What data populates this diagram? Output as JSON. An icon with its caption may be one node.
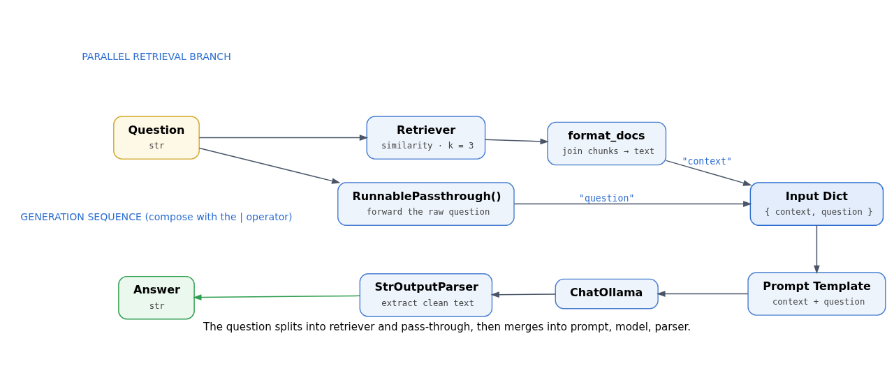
{
  "diagram": {
    "caption": "The question splits into retriever and pass-through, then merges into prompt, model, parser.",
    "nodes": [
      {
        "text": [
          "Question",
          "str"
        ]
      },
      {
        "text": [
          "Retriever",
          "similarity · k = 3"
        ]
      },
      {
        "text": [
          "format_docs",
          "join chunks → text"
        ]
      },
      {
        "text": [
          "RunnablePassthrough()",
          "forward the raw question"
        ]
      },
      {
        "text": [
          "Input Dict",
          "{ context, question }"
        ]
      },
      {
        "text": [
          "Prompt Template",
          "context + question"
        ]
      },
      {
        "text": [
          "ChatOllama"
        ]
      },
      {
        "text": [
          "StrOutputParser",
          "extract clean text"
        ]
      },
      {
        "text": [
          "Answer",
          "str"
        ]
      }
    ],
    "edges": [
      {
        "from": 0,
        "to": 1,
        "arrow": "to"
      },
      {
        "from": 1,
        "to": 2,
        "arrow": "to"
      },
      {
        "from": 2,
        "to": 4,
        "arrow": "to",
        "label": "\"context\""
      },
      {
        "from": 0,
        "to": 3,
        "arrow": "to"
      },
      {
        "from": 3,
        "to": 4,
        "arrow": "to",
        "label": "\"question\""
      },
      {
        "from": 4,
        "to": 5,
        "arrow": "to"
      },
      {
        "from": 5,
        "to": 6,
        "arrow": "to"
      },
      {
        "from": 6,
        "to": 7,
        "arrow": "to"
      },
      {
        "from": 7,
        "to": 8,
        "arrow": "to",
        "color": "#2e9e4e"
      }
    ],
    "labels": [
      "PARALLEL RETRIEVAL BRANCH",
      "GENERATION SEQUENCE (compose with the | operator)"
    ]
  }
}
